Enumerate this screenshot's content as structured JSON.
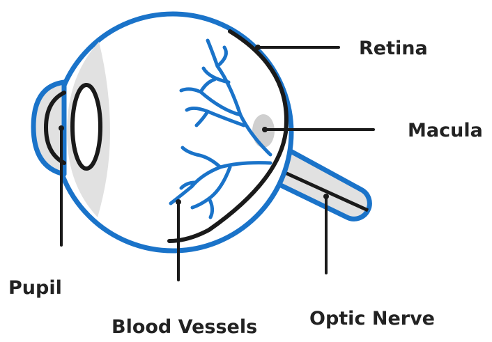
{
  "labels": {
    "retina": "Retina",
    "macula": "Macula",
    "pupil": "Pupil",
    "blood_vessels": "Blood Vessels",
    "optic_nerve": "Optic Nerve"
  },
  "colors": {
    "eye_outline": "#1a73c9",
    "blood_vessel": "#1a73c9",
    "eye_fill": "#ffffff",
    "shading": "#e1e1e1",
    "leader_line": "#1a1a1a",
    "text": "#222222"
  }
}
